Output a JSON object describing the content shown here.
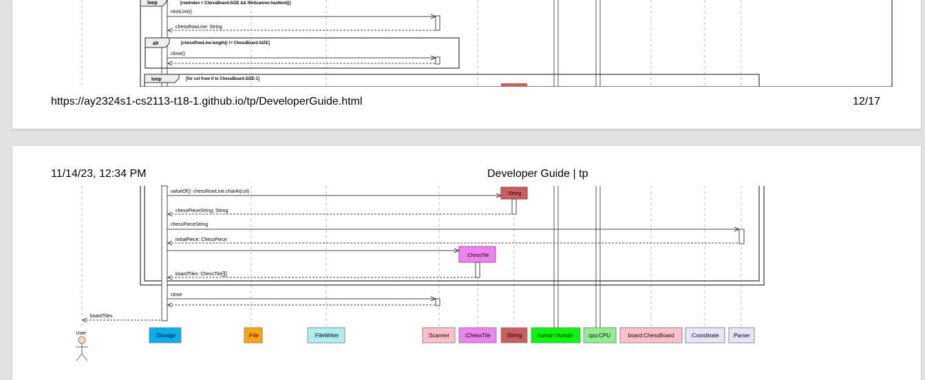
{
  "page1": {
    "footer_url": "https://ay2324s1-cs2113-t18-1.github.io/tp/DeveloperGuide.html",
    "footer_page": "12/17",
    "fragments": {
      "loop1_keyword": "loop",
      "loop1_guard": "[rowIndex < ChessBoard.SIZE && fileScanner.hasNext()]",
      "alt_keyword": "alt",
      "alt_guard": "[chessRowLine.length() != ChessBoard.SIZE]",
      "loop2_keyword": "loop",
      "loop2_guard": "[for col from 0 to ChessBoard.SIZE-1]"
    },
    "messages": {
      "next_line": "nextLine()",
      "chess_row_line": "chessRowLine: String",
      "close_call": "close()"
    }
  },
  "page2": {
    "header_date": "11/14/23, 12:34 PM",
    "header_title": "Developer Guide | tp",
    "messages": {
      "value_of": "valueOf(): chessRowLine.charAt(col)",
      "chess_piece_string_return": "chessPieceString: String",
      "chess_piece_string_call": "chessPieceString",
      "initial_piece": "initialPiece: ChessPiece",
      "board_tiles_return": "boardTiles: ChessTile[][]",
      "close_call": "close",
      "board_tiles": "boardTiles"
    },
    "created_boxes": {
      "string": ":String",
      "chess_tile": ":ChessTile"
    },
    "actor_label": "User",
    "participants": [
      {
        "name": ":Storage",
        "color": "#00b0f0"
      },
      {
        "name": ":File",
        "color": "#ffa500"
      },
      {
        "name": ":FileWriter",
        "color": "#afeeee"
      },
      {
        "name": ":Scanner",
        "color": "#ffc0cb"
      },
      {
        "name": ":ChessTile",
        "color": "#ee82ee"
      },
      {
        "name": ":String",
        "color": "#cd5c5c"
      },
      {
        "name": "human:Human",
        "color": "#00ff00"
      },
      {
        "name": "cpu:CPU",
        "color": "#90ee90"
      },
      {
        "name": "board:ChessBoard",
        "color": "#ffc0cb"
      },
      {
        "name": ":Coordinate",
        "color": "#e6e6fa"
      },
      {
        "name": ":Parser",
        "color": "#e6e6fa"
      }
    ]
  }
}
